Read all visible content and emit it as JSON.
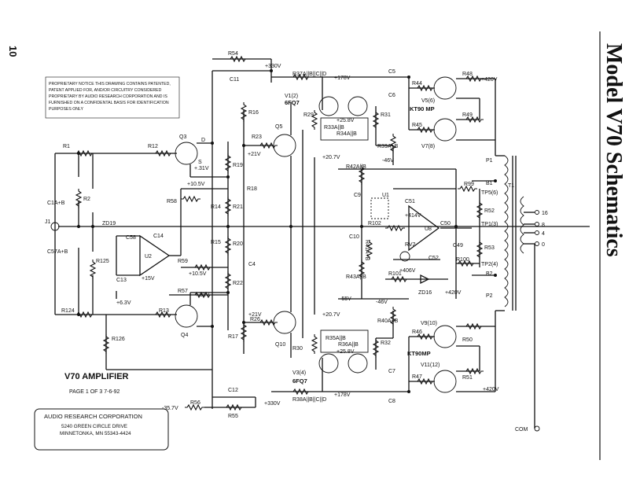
{
  "page_number": "10",
  "side_title": "Model V70 Schematics",
  "notice": [
    "PROPRIETARY NOTICE   THIS DRAWING CONTAINS PATENTED,",
    "PATENT APPLIED FOR, AND/OR CIRCUITRY CONSIDERED",
    "PROPRIETARY BY AUDIO RESEARCH CORPORATION AND IS",
    "FURNISHED ON A CONFIDENTAL BASIS FOR IDENTIFICATION",
    "PURPOSES ONLY"
  ],
  "block_title": "V70 AMPLIFIER",
  "block_page": "PAGE 1 OF 3   7-6-92",
  "company": {
    "name": "AUDIO RESEARCH CORPORATION",
    "address1": "5240 GREEN CIRCLE DRIVE",
    "address2": "MINNETONKA, MN 55343-4424"
  },
  "labels": {
    "J1": "J1",
    "R1": "R1",
    "R2": "R2",
    "C1": "C1A+B",
    "R12": "R12",
    "Q3": "Q3",
    "D": "D",
    "S": "S",
    "v31a": "+.31V",
    "R19": "R19",
    "R18": "R18",
    "R14": "R14",
    "R21": "R21",
    "R58": "R58",
    "v105a": "+10.5V",
    "ZD19": "ZD19",
    "C58": "C58",
    "C14": "C14",
    "U2": "U2",
    "R15": "R15",
    "R20": "R20",
    "C4": "C4",
    "R59": "R59",
    "v105b": "+10.5V",
    "C13": "C13",
    "v15": "+15V",
    "v63": "+6.3V",
    "R57": "R57",
    "v31b": "+.31V",
    "R22": "R22",
    "C57": "C57A+B",
    "R125": "R125",
    "R124": "R124",
    "R13": "R13",
    "Q4": "Q4",
    "R126": "R126",
    "R17": "R17",
    "R26": "R26",
    "v21a": "+21V",
    "v21b": "+21V",
    "R54": "R54",
    "C11": "C11",
    "v330a": "+330V",
    "R16": "R16",
    "R23": "R23",
    "Q5": "Q5",
    "Q10": "Q10",
    "R30": "R30",
    "R37": "R37A||B||C||D",
    "v178a": "+178V",
    "V1": "V1(2)",
    "tube1": "6FQ7",
    "R29": "R29",
    "v258a": "+25.8V",
    "R33": "R33A||B",
    "R34": "R34A||B",
    "R31": "R31",
    "C5": "C5",
    "C6": "C6",
    "R39": "R39A+B",
    "v207a": "+20.7V",
    "v46a": "-46V",
    "R42": "R42A||B",
    "C9": "C9",
    "U1": "U1",
    "C51": "C51",
    "v414": "+414V",
    "R102": "R102",
    "U8": "U8",
    "C10": "C10",
    "R41": "R41A+B",
    "RV2": "RV2",
    "v406": "+406V",
    "C52": "C52",
    "C50": "C50",
    "C49": "C49",
    "R100": "R100",
    "R101": "R101",
    "ZD16": "ZD16",
    "v420c": "+420V",
    "R43": "R43A||B",
    "v55": "-55V",
    "v46b": "-46V",
    "R40": "R40A+B",
    "R44": "R44",
    "R48": "R48",
    "v420a": "+420V",
    "V5": "V5(6)",
    "kt90a": "KT90 MP",
    "R45": "R45",
    "R49": "R49",
    "V7": "V7(8)",
    "R99": "R99",
    "TP56": "TP5(6)",
    "R52": "R52",
    "TP13": "TP1(3)",
    "R53": "R53",
    "TP24": "TP2(4)",
    "P1": "P1",
    "B1": "B1",
    "B2": "B2",
    "P2": "P2",
    "T1": "T1",
    "tap16": "16",
    "tap8": "8",
    "tap4": "4",
    "tap0": "0",
    "V9": "V9(10)",
    "R46": "R46",
    "R50": "R50",
    "kt90b": "KT90MP",
    "V11": "V11(12)",
    "R47": "R47",
    "R51": "R51",
    "v420b": "+420V",
    "C7": "C7",
    "C8": "C8",
    "v207b": "+20.7V",
    "R35": "R35A||B",
    "R36": "R36A||B",
    "v258b": "+25.8V",
    "R32": "R32",
    "V3": "V3(4)",
    "tube2": "6FQ7",
    "v178b": "+178V",
    "R38": "R38A||B||C||D",
    "v330b": "+330V",
    "C12": "C12",
    "R56": "R56",
    "R55": "R55",
    "v357": "-35.7V",
    "COM": "COM"
  }
}
